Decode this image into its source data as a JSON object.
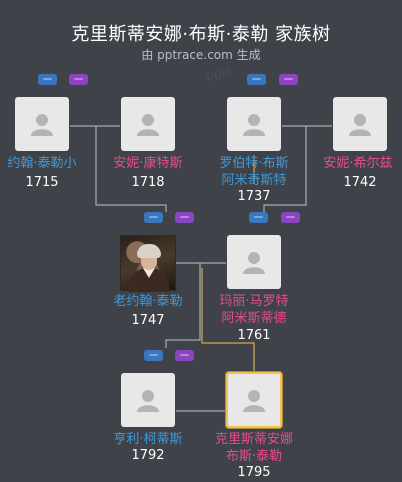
{
  "header": {
    "title": "克里斯蒂安娜·布斯·泰勒 家族树",
    "subtitle": "由 pptrace.com 生成",
    "watermark": "pptr"
  },
  "colors": {
    "background": "#3f4249",
    "male_name": "#3d9ad8",
    "female_name": "#e64d8a",
    "line": "#bfc3c9",
    "highlight_line": "#f3c24f"
  },
  "people": {
    "p1": {
      "name": "约翰·泰勒小",
      "year": "1715"
    },
    "p2": {
      "name": "安妮·康特斯",
      "year": "1718"
    },
    "p3": {
      "name1": "罗伯特·布斯",
      "name2": "阿米奇斯特",
      "year": "1737"
    },
    "p4": {
      "name": "安妮·希尔兹",
      "year": "1742"
    },
    "p5": {
      "name": "老约翰·泰勒",
      "year": "1747"
    },
    "p6": {
      "name1": "玛丽·马罗特",
      "name2": "阿米斯蒂德",
      "year": "1761"
    },
    "p7": {
      "name": "亨利·柯蒂斯",
      "year": "1792"
    },
    "p8": {
      "name1": "克里斯蒂安娜",
      "name2": "布斯·泰勒",
      "year": "1795"
    }
  }
}
